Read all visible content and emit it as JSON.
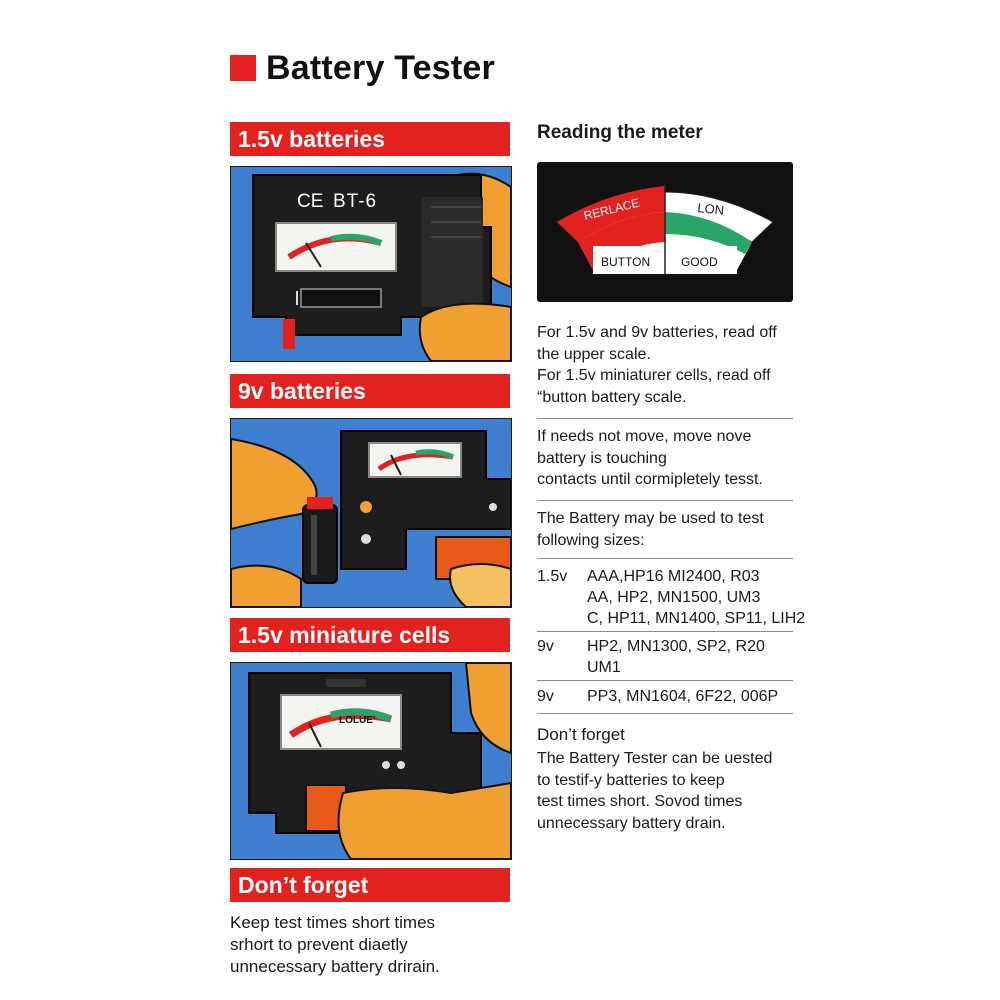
{
  "title": "Battery Tester",
  "colors": {
    "accent": "#e3211f",
    "panel_blue": "#3e7fd0",
    "hand": "#f0a030",
    "meter_green": "#2aa56a"
  },
  "sections": {
    "s1": {
      "label": "1.5v batteries",
      "device_label": "BT-6",
      "ce_mark": "CE"
    },
    "s2": {
      "label": "9v batteries"
    },
    "s3": {
      "label": "1.5v miniature cells",
      "meter_text": "LOLUE'"
    },
    "dont_forget_left": {
      "label": "Don’t forget",
      "lines": [
        "Keep test times  short times",
        "srhort to prevent diaetly",
        "unnecessary battery drirain."
      ]
    }
  },
  "meter": {
    "heading": "Reading the meter",
    "upper_left": "RERLACE",
    "upper_right": "LON",
    "lower_left": "BUTTON",
    "lower_right": "GOOD"
  },
  "notes": {
    "p1": [
      "For 1.5v and 9v batteries, read off",
      "the upper scale.",
      "For 1.5v miniaturer cells, read off",
      "“button battery scale."
    ],
    "p2": [
      "If needs not move, move nove",
      "battery is touching",
      "contacts until cormipletely tesst."
    ],
    "p3": [
      "The Battery may be used to test",
      "following sizes:"
    ]
  },
  "sizes": [
    {
      "voltage": "1.5v",
      "lines": [
        "AAA,HP16 MI2400, R03",
        "AA, HP2, MN1500, UM3",
        "C, HP11, MN1400,  SP11, LIH2"
      ]
    },
    {
      "voltage": "9v",
      "lines": [
        "HP2, MN1300, SP2, R20",
        "UM1"
      ]
    },
    {
      "voltage": "9v",
      "lines": [
        "PP3, MN1604, 6F22, 006P"
      ]
    }
  ],
  "dont_forget_right": {
    "heading": "Don’t forget",
    "lines": [
      "The Battery  Tester can be uested",
      "to testif-y  batteries to keep",
      "test times short. Sovod times",
      "unnecessary battery drain."
    ]
  }
}
